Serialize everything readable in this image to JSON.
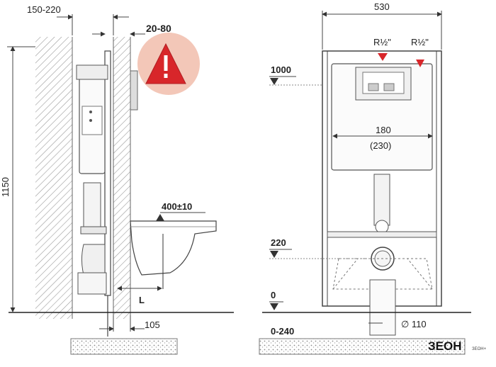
{
  "side_view": {
    "width_range": "150-220",
    "gap_range": "20-80",
    "height": "1150",
    "seat_height": "400±10",
    "length_label": "L",
    "offset": "105"
  },
  "front_view": {
    "width": "530",
    "inlet_left": "R½\"",
    "inlet_right": "R½\"",
    "level_top": "1000",
    "button_width": "180",
    "button_width_alt": "(230)",
    "level_drain": "220",
    "level_floor": "0",
    "level_below": "0-240",
    "pipe_diameter": "∅ 110"
  },
  "logo": {
    "brand": "ЗЕОН",
    "sub": "ЗЕОН+"
  }
}
